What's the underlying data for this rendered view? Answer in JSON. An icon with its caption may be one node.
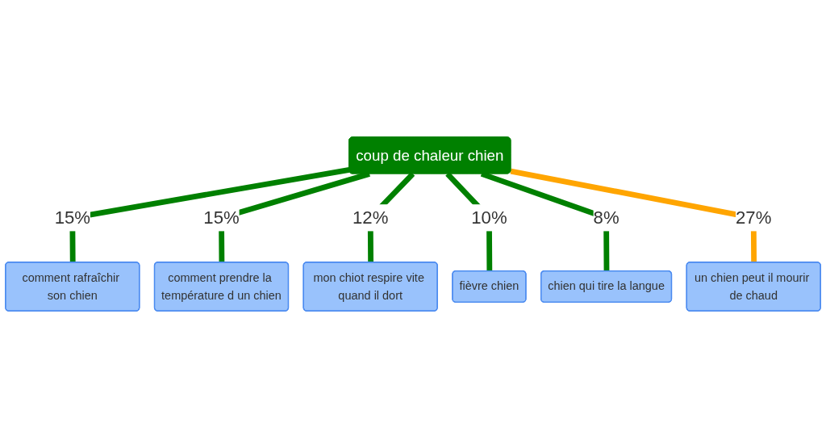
{
  "diagram": {
    "nodes": [
      {
        "text": [
          "coup de chaleur chien"
        ]
      },
      {
        "text": [
          "comment rafraîchir son chien"
        ]
      },
      {
        "text": [
          "un chien peut il mourir de chaud"
        ]
      },
      {
        "text": [
          "comment prendre la température d un chien"
        ]
      },
      {
        "text": [
          "chien qui tire la langue"
        ]
      },
      {
        "text": [
          "fièvre chien"
        ]
      },
      {
        "text": [
          "mon chiot respire vite quand il dort"
        ]
      }
    ],
    "edges": [
      {
        "from": 0,
        "to": 1,
        "arrow": "none",
        "label": "15%"
      },
      {
        "from": 0,
        "to": 3,
        "arrow": "none",
        "label": "15%"
      },
      {
        "from": 0,
        "to": 6,
        "arrow": "none",
        "label": "12%"
      },
      {
        "from": 0,
        "to": 5,
        "arrow": "none",
        "label": "10%"
      },
      {
        "from": 0,
        "to": 4,
        "arrow": "none",
        "label": "8%"
      },
      {
        "from": 0,
        "to": 2,
        "arrow": "none",
        "label": "27%",
        "color": "#ffa500"
      }
    ]
  }
}
